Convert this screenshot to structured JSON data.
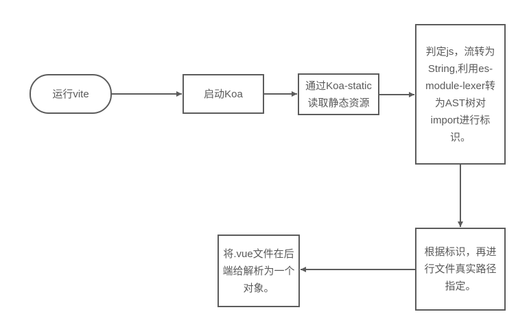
{
  "diagram": {
    "type": "flowchart",
    "colors": {
      "background": "#ffffff",
      "node_fill": "#ffffff",
      "stroke": "#5b5b5b",
      "text": "#595959"
    },
    "nodes": [
      {
        "id": "run-vite",
        "shape": "terminator",
        "label": "运行vite"
      },
      {
        "id": "start-koa",
        "shape": "process",
        "label": "启动Koa"
      },
      {
        "id": "koa-static-read",
        "shape": "process",
        "label": "通过Koa-static\n读取静态资源"
      },
      {
        "id": "judge-js-lexer",
        "shape": "process",
        "label": "判定js，流转为\nString,利用es-\nmodule-lexer转\n为AST树对\nimport进行标\n识。"
      },
      {
        "id": "real-path",
        "shape": "process",
        "label": "根据标识，再进\n行文件真实路径\n指定。"
      },
      {
        "id": "parse-vue",
        "shape": "process",
        "label": "将.vue文件在后\n端给解析为一个\n对象。"
      }
    ],
    "edges": [
      {
        "from": "run-vite",
        "to": "start-koa",
        "direction": "right"
      },
      {
        "from": "start-koa",
        "to": "koa-static-read",
        "direction": "right"
      },
      {
        "from": "koa-static-read",
        "to": "judge-js-lexer",
        "direction": "right"
      },
      {
        "from": "judge-js-lexer",
        "to": "real-path",
        "direction": "down"
      },
      {
        "from": "real-path",
        "to": "parse-vue",
        "direction": "left"
      }
    ]
  }
}
